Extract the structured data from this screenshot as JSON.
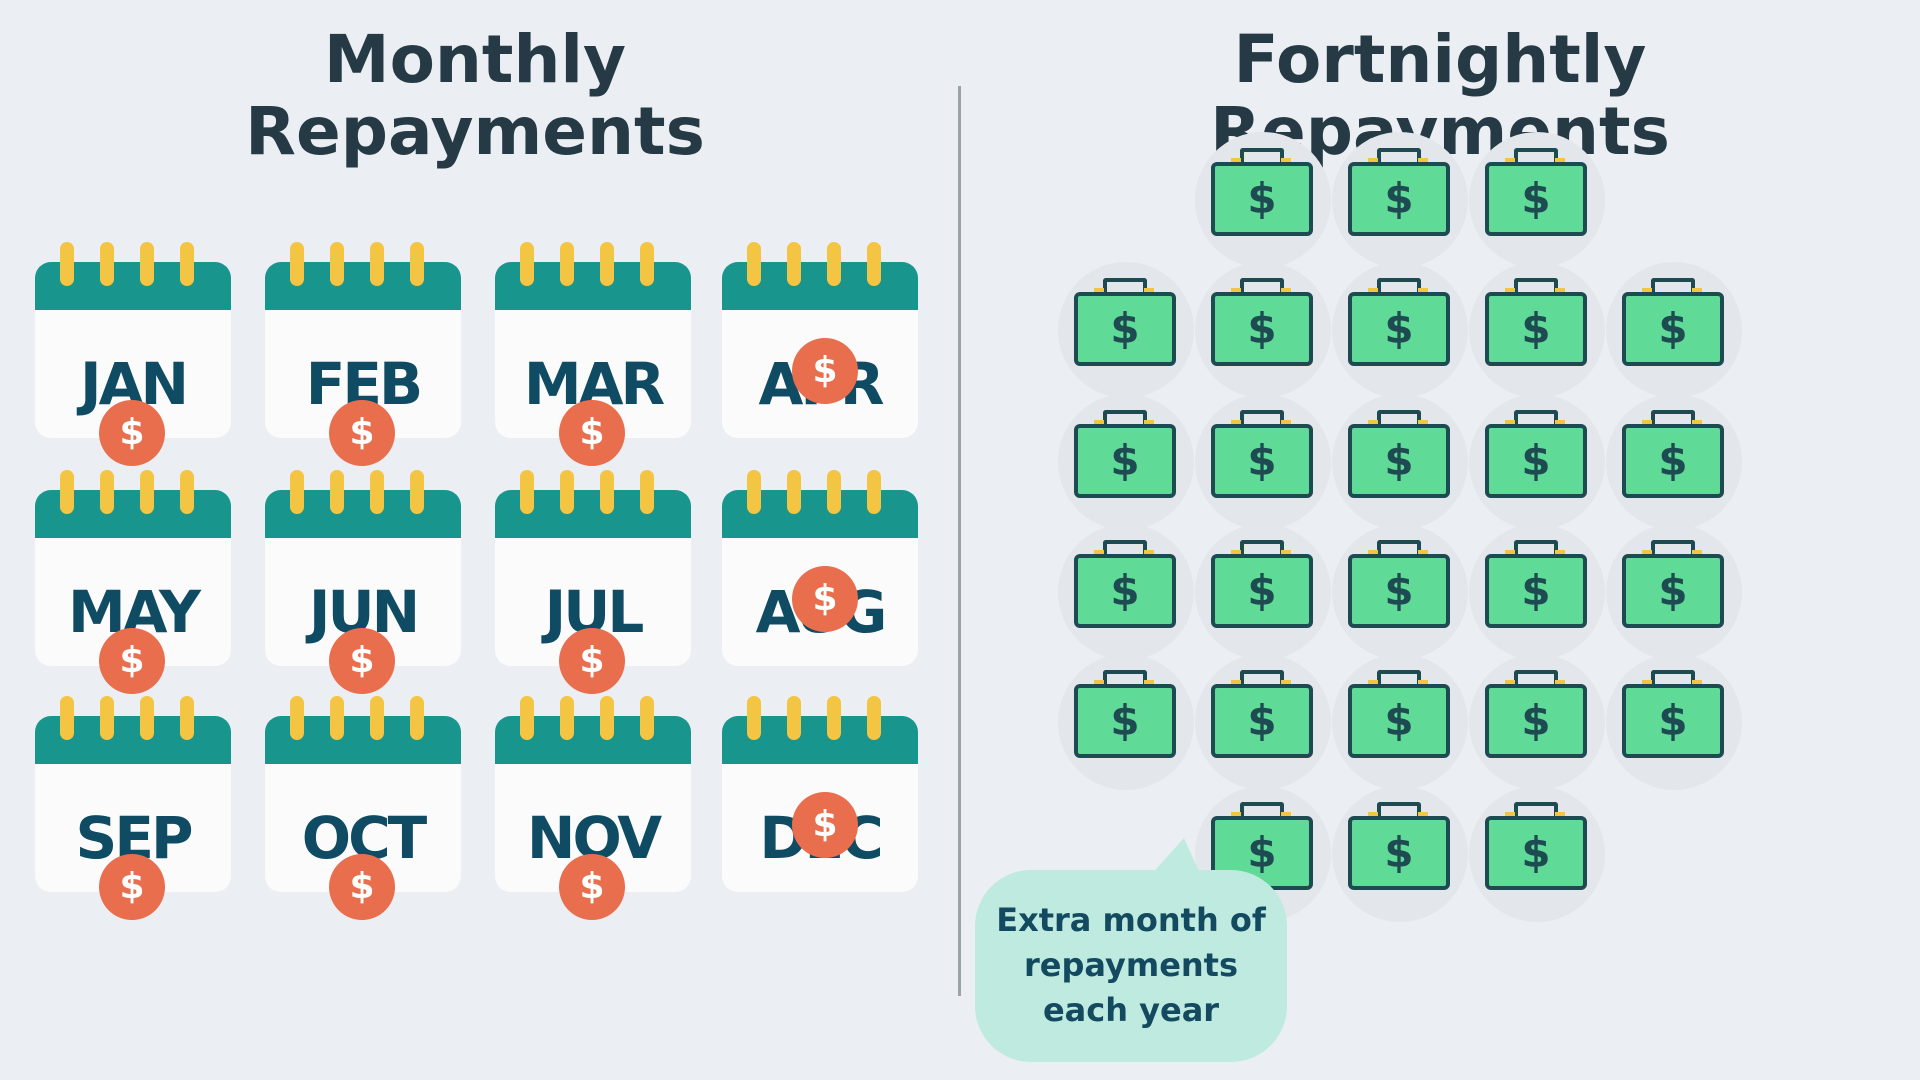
{
  "left_panel": {
    "title_line1": "Monthly",
    "title_line2": "Repayments",
    "coin_symbol": "$",
    "months": [
      "JAN",
      "FEB",
      "MAR",
      "APR",
      "MAY",
      "JUN",
      "JUL",
      "AUG",
      "SEP",
      "OCT",
      "NOV",
      "DEC"
    ]
  },
  "right_panel": {
    "title_line1": "Fortnightly",
    "title_line2": "Repayments",
    "case_symbol": "$",
    "row_counts": [
      3,
      5,
      5,
      5,
      5,
      3
    ],
    "callout_lines": [
      "Extra month of",
      "repayments",
      "each year"
    ]
  },
  "colors": {
    "background": "#ebeff3",
    "title": "#263a45",
    "calendar_band": "#18968d",
    "calendar_rings": "#f4c542",
    "month_text": "#0f4b63",
    "coin": "#e86e4e",
    "case_fill": "#5fda97",
    "case_outline": "#1e4a52",
    "callout": "#bfeadf"
  },
  "icons": {
    "calendar": "calendar-icon",
    "coin": "dollar-coin-icon",
    "case": "money-briefcase-icon"
  }
}
